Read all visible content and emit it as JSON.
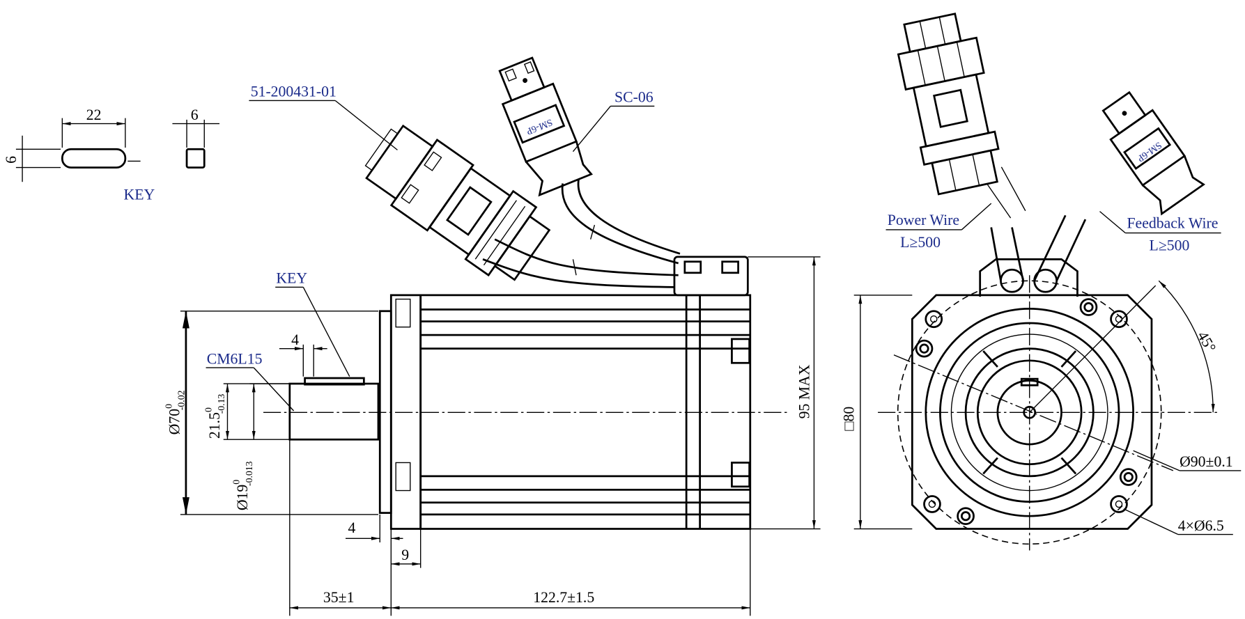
{
  "key_detail": {
    "width_dim": "22",
    "height_dim": "6",
    "end_width_dim": "6",
    "label": "KEY"
  },
  "connectors": {
    "power_part_no": "51-200431-01",
    "feedback_part_no": "SC-06",
    "feedback_marking": "SM-6P"
  },
  "side_view": {
    "key_label": "KEY",
    "key_width": "4",
    "thread_label": "CM6L15",
    "flange_dia": {
      "base": "Ø70",
      "upper": "0",
      "lower": "-0.02"
    },
    "key_height": {
      "base": "21.5",
      "upper": "0",
      "lower": "-0.13"
    },
    "shaft_dia": {
      "base": "Ø19",
      "upper": "0",
      "lower": "-0.013"
    },
    "height_max": "95 MAX",
    "flange_thickness": "4",
    "flange_offset": "9",
    "shaft_length": "35±1",
    "body_length": "122.7±1.5"
  },
  "end_view": {
    "square": "□80",
    "angle": "45°",
    "pcd": "Ø90±0.1",
    "holes": "4×Ø6.5",
    "power_wire": "Power Wire",
    "power_length": "L≥500",
    "feedback_wire": "Feedback Wire",
    "feedback_length": "L≥500"
  }
}
